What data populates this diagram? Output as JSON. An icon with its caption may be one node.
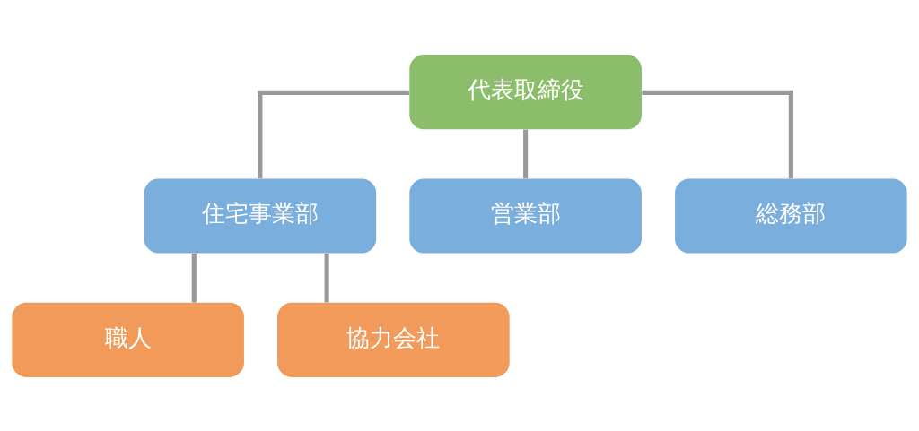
{
  "diagram": {
    "nodes": [
      {
        "text": [
          "代表取締役"
        ]
      },
      {
        "text": [
          "住宅事業部"
        ]
      },
      {
        "text": [
          "営業部"
        ]
      },
      {
        "text": [
          "総務部"
        ]
      },
      {
        "text": [
          "職人"
        ]
      },
      {
        "text": [
          "協力会社"
        ]
      }
    ],
    "edges": [
      {
        "from": 0,
        "to": 1,
        "arrow": "none"
      },
      {
        "from": 0,
        "to": 2,
        "arrow": "none"
      },
      {
        "from": 0,
        "to": 3,
        "arrow": "none"
      },
      {
        "from": 1,
        "to": 4,
        "arrow": "none"
      },
      {
        "from": 1,
        "to": 5,
        "arrow": "none"
      }
    ]
  }
}
